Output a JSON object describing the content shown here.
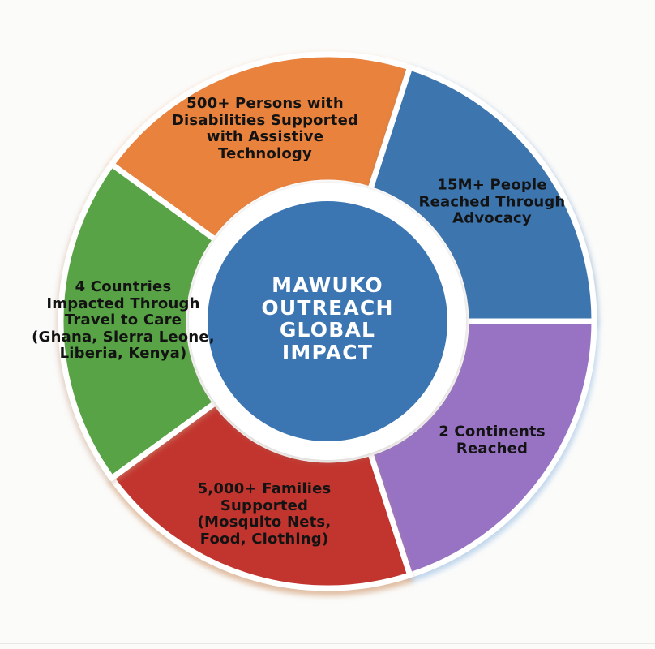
{
  "chart_data": {
    "type": "pie",
    "title": "MAWUKO OUTREACH GLOBAL IMPACT",
    "style": "donut with white separators; five equal slices of 72° each; first boundary 18° clockwise from 12 o'clock",
    "legend_position": "labels drawn inside slices",
    "center_label_lines": [
      "MAWUKO",
      "OUTREACH",
      "GLOBAL",
      "IMPACT"
    ],
    "center_color": "#3B76B3",
    "center_text_color": "#ffffff",
    "segments": [
      {
        "name": "assistive-technology",
        "stat": "500+",
        "share_pct": 20,
        "start_deg": 306,
        "end_deg": 378,
        "color": "#E8823D",
        "label_lines": [
          "500+ Persons with",
          "Disabilities Supported",
          "with Assistive",
          "Technology"
        ]
      },
      {
        "name": "advocacy-reach",
        "stat": "15M+",
        "share_pct": 20,
        "start_deg": 18,
        "end_deg": 90,
        "color": "#3E74AE",
        "label_lines": [
          "15M+ People",
          "Reached Through",
          "Advocacy"
        ]
      },
      {
        "name": "continents-reached",
        "stat": "2",
        "share_pct": 20,
        "start_deg": 90,
        "end_deg": 162,
        "color": "#9873C4",
        "label_lines": [
          "2 Continents",
          "Reached"
        ]
      },
      {
        "name": "families-supported",
        "stat": "5,000+",
        "share_pct": 20,
        "start_deg": 162,
        "end_deg": 234,
        "color": "#C2362F",
        "label_lines": [
          "5,000+ Families",
          "Supported",
          "(Mosquito Nets,",
          "Food, Clothing)"
        ]
      },
      {
        "name": "countries-impacted",
        "stat": "4",
        "share_pct": 20,
        "start_deg": 234,
        "end_deg": 306,
        "color": "#58A345",
        "label_lines": [
          "4 Countries",
          "Impacted Through",
          "Travel to Care",
          "(Ghana, Sierra Leone,",
          "Liberia, Kenya)"
        ]
      }
    ]
  }
}
